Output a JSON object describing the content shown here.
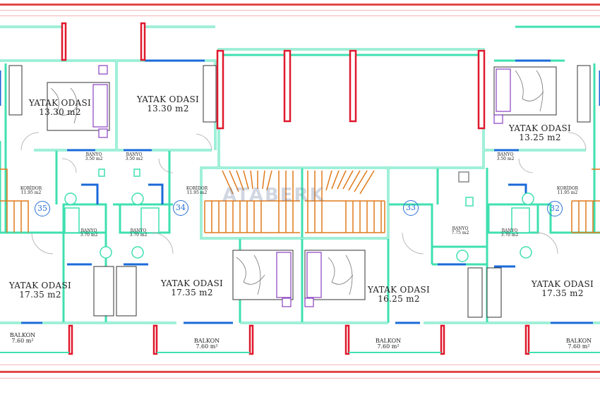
{
  "rooms": [
    {
      "id": "bed-35-top",
      "name": "YATAK ODASI",
      "area": "13.30 m2",
      "size": "big"
    },
    {
      "id": "bed-34-top",
      "name": "YATAK ODASI",
      "area": "13.30 m2",
      "size": "big"
    },
    {
      "id": "bed-32-top",
      "name": "YATAK ODASI",
      "area": "13.25 m2",
      "size": "big"
    },
    {
      "id": "bath-35-top",
      "name": "BANYO",
      "area": "3.50 m2",
      "size": "sm"
    },
    {
      "id": "bath-34-top",
      "name": "BANYO",
      "area": "3.50 m2",
      "size": "sm"
    },
    {
      "id": "bath-32-top",
      "name": "BANYO",
      "area": "3.50 m2",
      "size": "sm"
    },
    {
      "id": "corr-35",
      "name": "KORİDOR",
      "area": "11.95 m2",
      "size": "sm"
    },
    {
      "id": "corr-34",
      "name": "KORİDOR",
      "area": "11.95 m2",
      "size": "sm"
    },
    {
      "id": "corr-32",
      "name": "KORİDOR",
      "area": "11.95 m2",
      "size": "sm"
    },
    {
      "id": "bath-35-low",
      "name": "BANYO",
      "area": "3.70 m2",
      "size": "sm"
    },
    {
      "id": "bath-34-low",
      "name": "BANYO",
      "area": "3.70 m2",
      "size": "sm"
    },
    {
      "id": "bath-33",
      "name": "BANYO",
      "area": "7.75 m2",
      "size": "sm"
    },
    {
      "id": "bath-32-low",
      "name": "BANYO",
      "area": "3.70 m2",
      "size": "sm"
    },
    {
      "id": "bed-35-low",
      "name": "YATAK ODASI",
      "area": "17.35 m2",
      "size": "big"
    },
    {
      "id": "bed-34-low",
      "name": "YATAK ODASI",
      "area": "17.35 m2",
      "size": "big"
    },
    {
      "id": "bed-33-low",
      "name": "YATAK ODASI",
      "area": "16.25 m2",
      "size": "big"
    },
    {
      "id": "bed-32-low",
      "name": "YATAK ODASI",
      "area": "17.35 m2",
      "size": "big"
    },
    {
      "id": "balc-35",
      "name": "BALKON",
      "area": "7.60 m²",
      "size": "mid"
    },
    {
      "id": "balc-34",
      "name": "BALKON",
      "area": "7.60 m²",
      "size": "mid"
    },
    {
      "id": "balc-33",
      "name": "BALKON",
      "area": "7.60 m²",
      "size": "mid"
    },
    {
      "id": "balc-32",
      "name": "BALKON",
      "area": "7.60 m²",
      "size": "mid"
    }
  ],
  "unit_numbers": [
    "35",
    "34",
    "33",
    "32"
  ],
  "watermark": "ATABERK",
  "colors": {
    "wall": "#3fe0b0",
    "wall_inner": "#ffffff",
    "column": "#e0182d",
    "window": "#1a6ad8",
    "stair": "#e07a1a",
    "furniture": "#555555",
    "accent": "#8a3fc0",
    "roof": "#e24a4a"
  }
}
